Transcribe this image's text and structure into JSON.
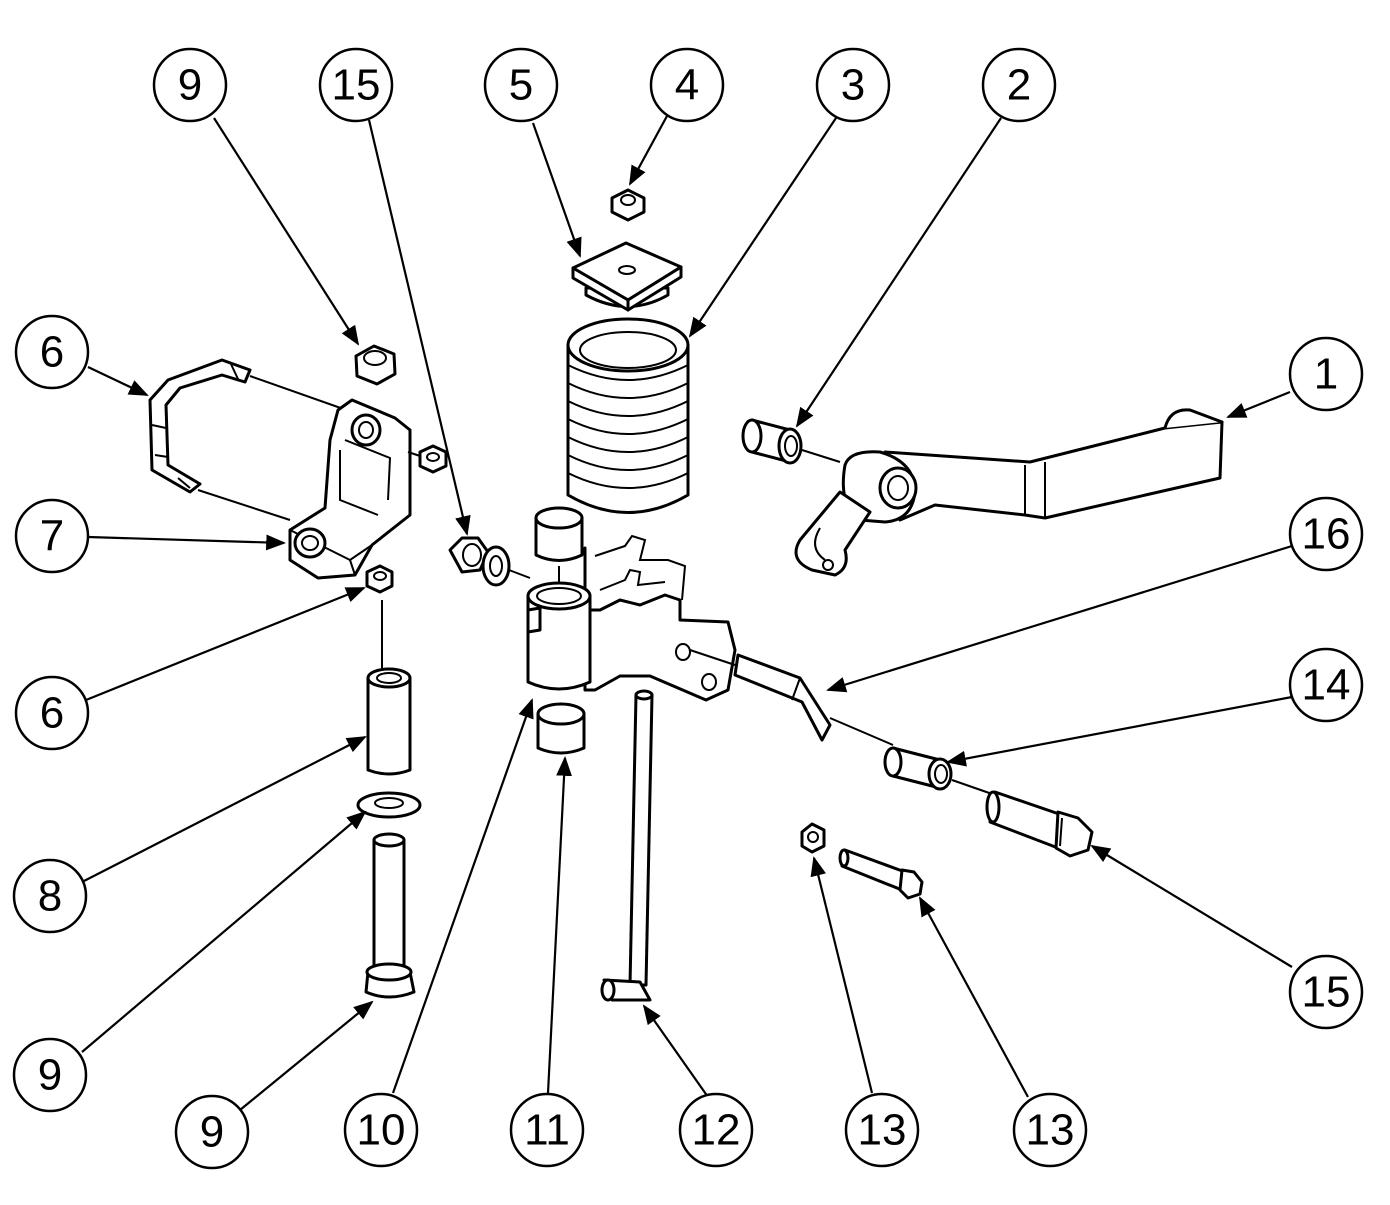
{
  "callouts": [
    "9",
    "15",
    "5",
    "4",
    "3",
    "2",
    "1",
    "6",
    "7",
    "6",
    "16",
    "14",
    "8",
    "9",
    "9",
    "10",
    "11",
    "12",
    "13",
    "13",
    "15"
  ]
}
